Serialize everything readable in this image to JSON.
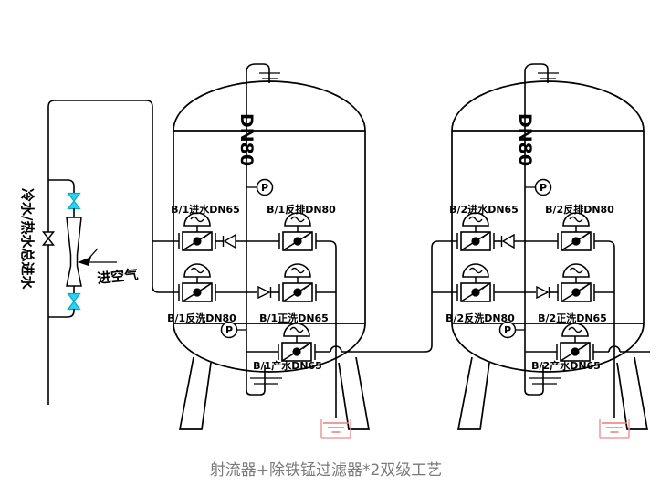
{
  "caption": "射流器+除铁锰过滤器*2双级工艺",
  "left_system": {
    "inlet_label": "冷水/热水总进水",
    "air_inlet_label": "进空气"
  },
  "tank1": {
    "riser_label": "DN80",
    "gauges": {
      "top": "P",
      "bottom": "P"
    },
    "valves": {
      "inlet": "B/1进水DN65",
      "backwash_drain": "B/1反排DN80",
      "backwash": "B/1反洗DN80",
      "rinse": "B/1正洗DN65",
      "product": "B/1产水DN65"
    }
  },
  "tank2": {
    "riser_label": "DN80",
    "gauges": {
      "top": "P",
      "bottom": "P"
    },
    "valves": {
      "inlet": "B/2进水DN65",
      "backwash_drain": "B/2反排DN80",
      "backwash": "B/2反洗DN80",
      "rinse": "B/2正洗DN65",
      "product": "B/2产水DN65"
    }
  },
  "colors": {
    "line": "#000000",
    "cyan_valve": "#2ed3f2",
    "cyan_valve_edge": "#00a9cf",
    "drain_symbol": "#ef9f9f",
    "drain_symbol_lines": "#e87d7d",
    "caption_text": "#7a7a7a",
    "background": "#ffffff"
  }
}
